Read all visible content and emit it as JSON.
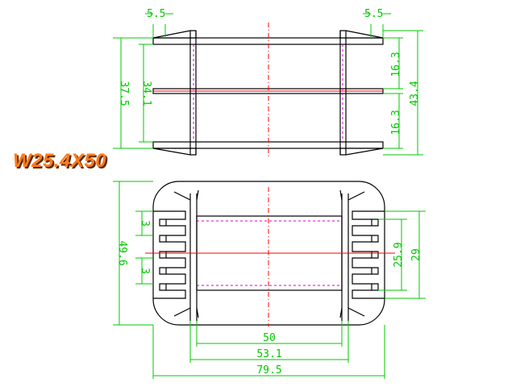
{
  "title": "W25.4X50",
  "top_view": {
    "dim_left_top": "5.5",
    "dim_right_top": "5.5",
    "dim_outer_left": "37.5",
    "dim_inner_left": "34.1",
    "dim_right_upper": "16.3",
    "dim_right_lower": "16.3",
    "dim_outer_right": "43.4"
  },
  "bottom_view": {
    "dim_height_left": "49.6",
    "dim_pin_pitch_upper": "3",
    "dim_pin_pitch_lower": "3",
    "dim_pin_span": "25.9",
    "dim_pin_outer": "29",
    "dim_width_50": "50",
    "dim_width_531": "53.1",
    "dim_width_795": "79.5"
  },
  "colors": {
    "dimension": "#00c800",
    "outline": "#000000",
    "centerline": "#ff0000",
    "hidden": "#d000d0",
    "title": "#ff7a1a"
  }
}
